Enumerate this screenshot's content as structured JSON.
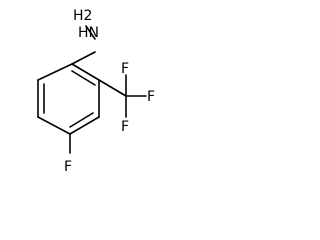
{
  "structure": {
    "labels": {
      "hydrazine": "HN",
      "hydrazine_h2": "H2",
      "fluorine_ring": "F",
      "cf3_f1": "F",
      "cf3_f2": "F",
      "cf3_f3": "F"
    }
  },
  "colors": {
    "bond": "#000000",
    "label": "#000000",
    "background": "#ffffff"
  }
}
